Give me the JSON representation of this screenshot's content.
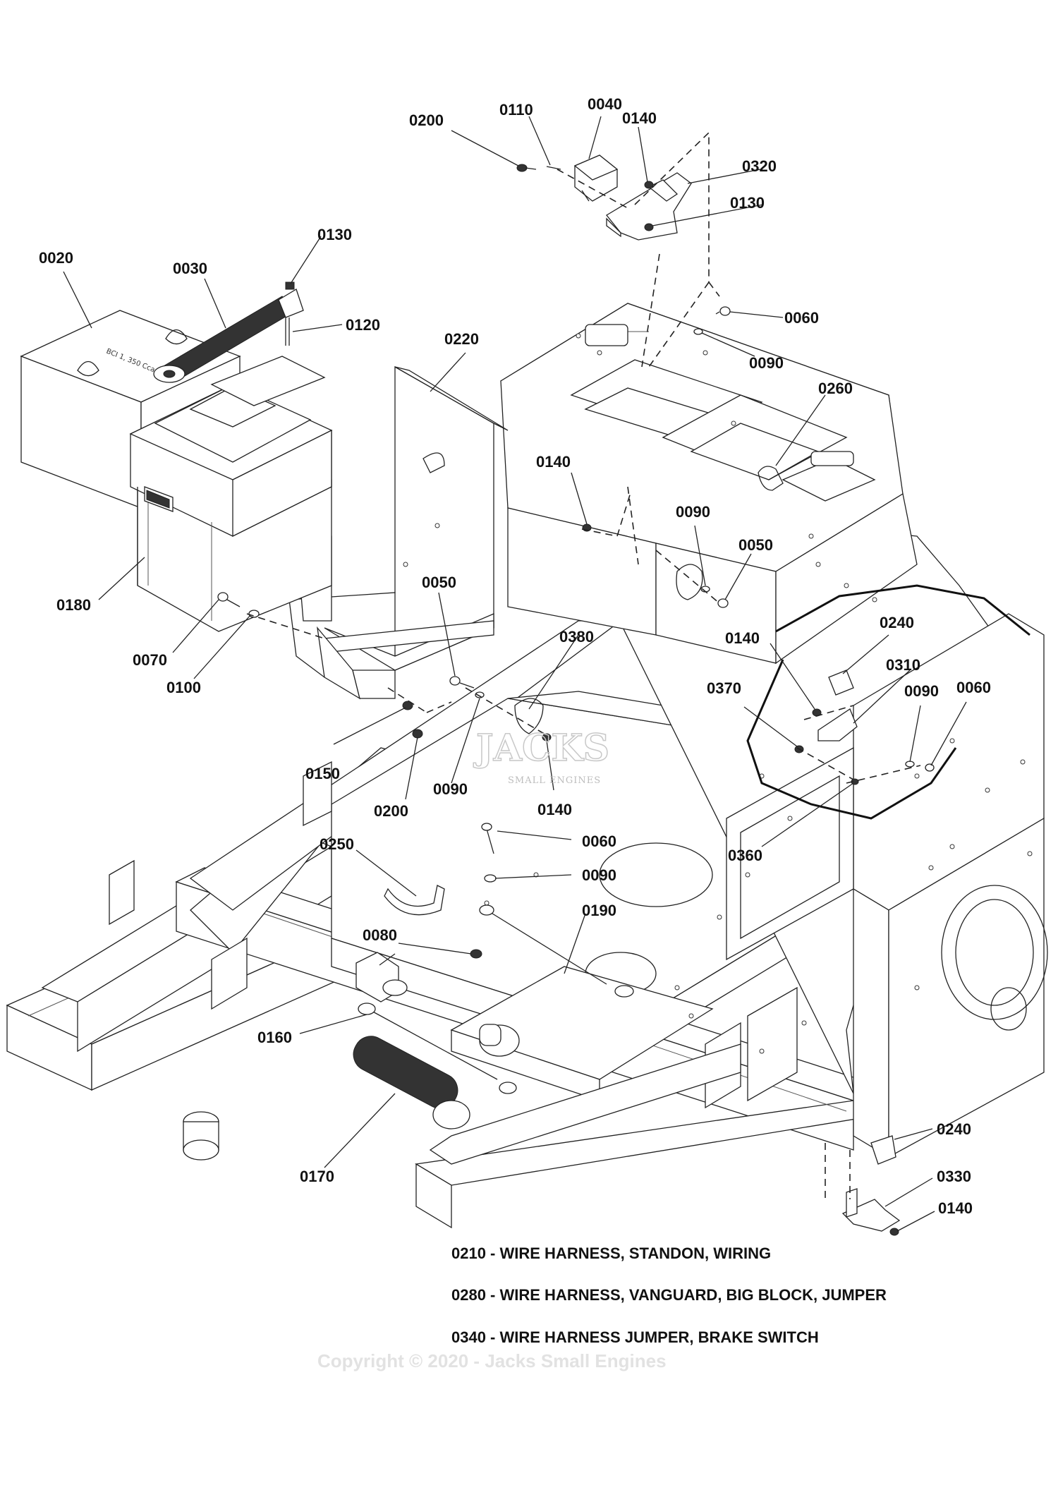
{
  "callouts": [
    {
      "id": "c-0200-top",
      "text": "0200"
    },
    {
      "id": "c-0110",
      "text": "0110"
    },
    {
      "id": "c-0040",
      "text": "0040"
    },
    {
      "id": "c-0140-top",
      "text": "0140"
    },
    {
      "id": "c-0320",
      "text": "0320"
    },
    {
      "id": "c-0130-top",
      "text": "0130"
    },
    {
      "id": "c-0020",
      "text": "0020"
    },
    {
      "id": "c-0030",
      "text": "0030"
    },
    {
      "id": "c-0130-strap",
      "text": "0130"
    },
    {
      "id": "c-0120",
      "text": "0120"
    },
    {
      "id": "c-0220",
      "text": "0220"
    },
    {
      "id": "c-0060-top",
      "text": "0060"
    },
    {
      "id": "c-0090-top",
      "text": "0090"
    },
    {
      "id": "c-0260",
      "text": "0260"
    },
    {
      "id": "c-0140-mid",
      "text": "0140"
    },
    {
      "id": "c-0090-mid",
      "text": "0090"
    },
    {
      "id": "c-0050-right",
      "text": "0050"
    },
    {
      "id": "c-0180",
      "text": "0180"
    },
    {
      "id": "c-0050-center",
      "text": "0050"
    },
    {
      "id": "c-0380",
      "text": "0380"
    },
    {
      "id": "c-0140-right",
      "text": "0140"
    },
    {
      "id": "c-0240-top",
      "text": "0240"
    },
    {
      "id": "c-0310",
      "text": "0310"
    },
    {
      "id": "c-0070",
      "text": "0070"
    },
    {
      "id": "c-0370",
      "text": "0370"
    },
    {
      "id": "c-0090-right",
      "text": "0090"
    },
    {
      "id": "c-0060-right",
      "text": "0060"
    },
    {
      "id": "c-0100",
      "text": "0100"
    },
    {
      "id": "c-0150",
      "text": "0150"
    },
    {
      "id": "c-0090-low",
      "text": "0090"
    },
    {
      "id": "c-0140-low",
      "text": "0140"
    },
    {
      "id": "c-0200-low",
      "text": "0200"
    },
    {
      "id": "c-0360",
      "text": "0360"
    },
    {
      "id": "c-0060-low",
      "text": "0060"
    },
    {
      "id": "c-0250",
      "text": "0250"
    },
    {
      "id": "c-0090-cable",
      "text": "0090"
    },
    {
      "id": "c-0190",
      "text": "0190"
    },
    {
      "id": "c-0080",
      "text": "0080"
    },
    {
      "id": "c-0160",
      "text": "0160"
    },
    {
      "id": "c-0170",
      "text": "0170"
    },
    {
      "id": "c-0240-bottom",
      "text": "0240"
    },
    {
      "id": "c-0330",
      "text": "0330"
    },
    {
      "id": "c-0140-bottom",
      "text": "0140"
    }
  ],
  "notes": [
    "0210 - WIRE HARNESS, STANDON, WIRING",
    "0280 - WIRE HARNESS, VANGUARD, BIG BLOCK, JUMPER",
    "0340 - WIRE HARNESS JUMPER, BRAKE SWITCH"
  ],
  "watermark": {
    "brand": "JACKS",
    "tagline": "SMALL ENGINES"
  },
  "copyright": "Copyright © 2020 - Jacks Small Engines"
}
